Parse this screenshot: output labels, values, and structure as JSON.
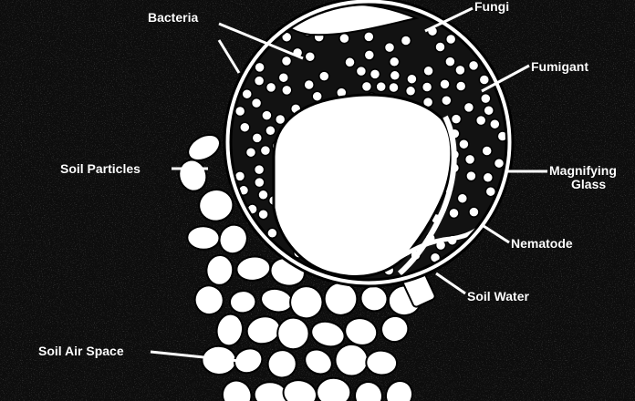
{
  "diagram": {
    "labels": {
      "bacteria": "Bacteria",
      "fungi": "Fungi",
      "fumigant": "Fumigant",
      "soil_particles": "Soil Particles",
      "magnifying_glass_line1": "Magnifying",
      "magnifying_glass_line2": "Glass",
      "nematode": "Nematode",
      "soil_water": "Soil Water",
      "soil_air_space": "Soil Air Space"
    },
    "colors": {
      "background": "#0d0d0d",
      "particle": "#ffffff",
      "outline": "#000000",
      "label_text": "#ffffff"
    }
  }
}
